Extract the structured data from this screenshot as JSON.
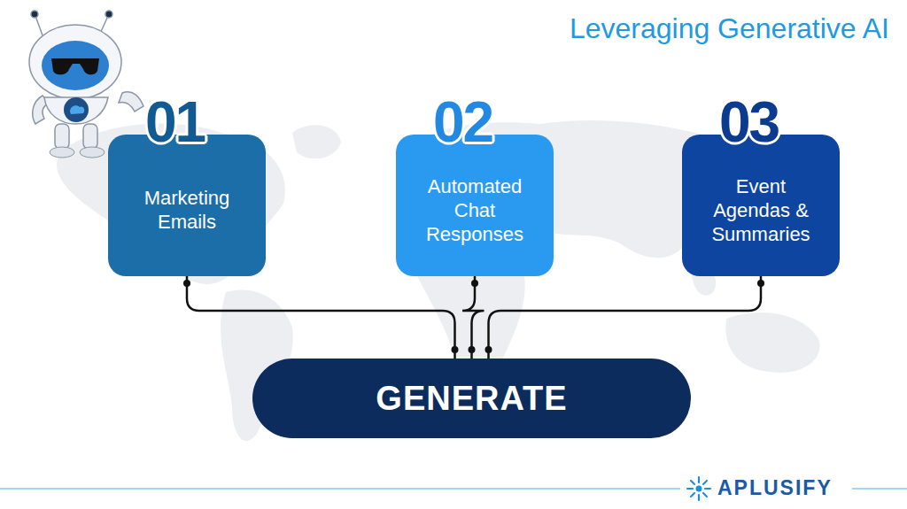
{
  "diagram": {
    "title": "Leveraging Generative AI",
    "nodes": [
      {
        "text": [
          "01",
          "Marketing Emails"
        ]
      },
      {
        "text": [
          "02",
          "Automated Chat Responses"
        ]
      },
      {
        "text": [
          "03",
          "Event Agendas & Summaries"
        ]
      },
      {
        "text": [
          "GENERATE"
        ]
      }
    ],
    "edges": [
      {
        "from": 0,
        "to": 3,
        "arrow": "none"
      },
      {
        "from": 1,
        "to": 3,
        "arrow": "none"
      },
      {
        "from": 2,
        "to": 3,
        "arrow": "none"
      }
    ],
    "labels": [
      "APLUSIFY"
    ]
  }
}
